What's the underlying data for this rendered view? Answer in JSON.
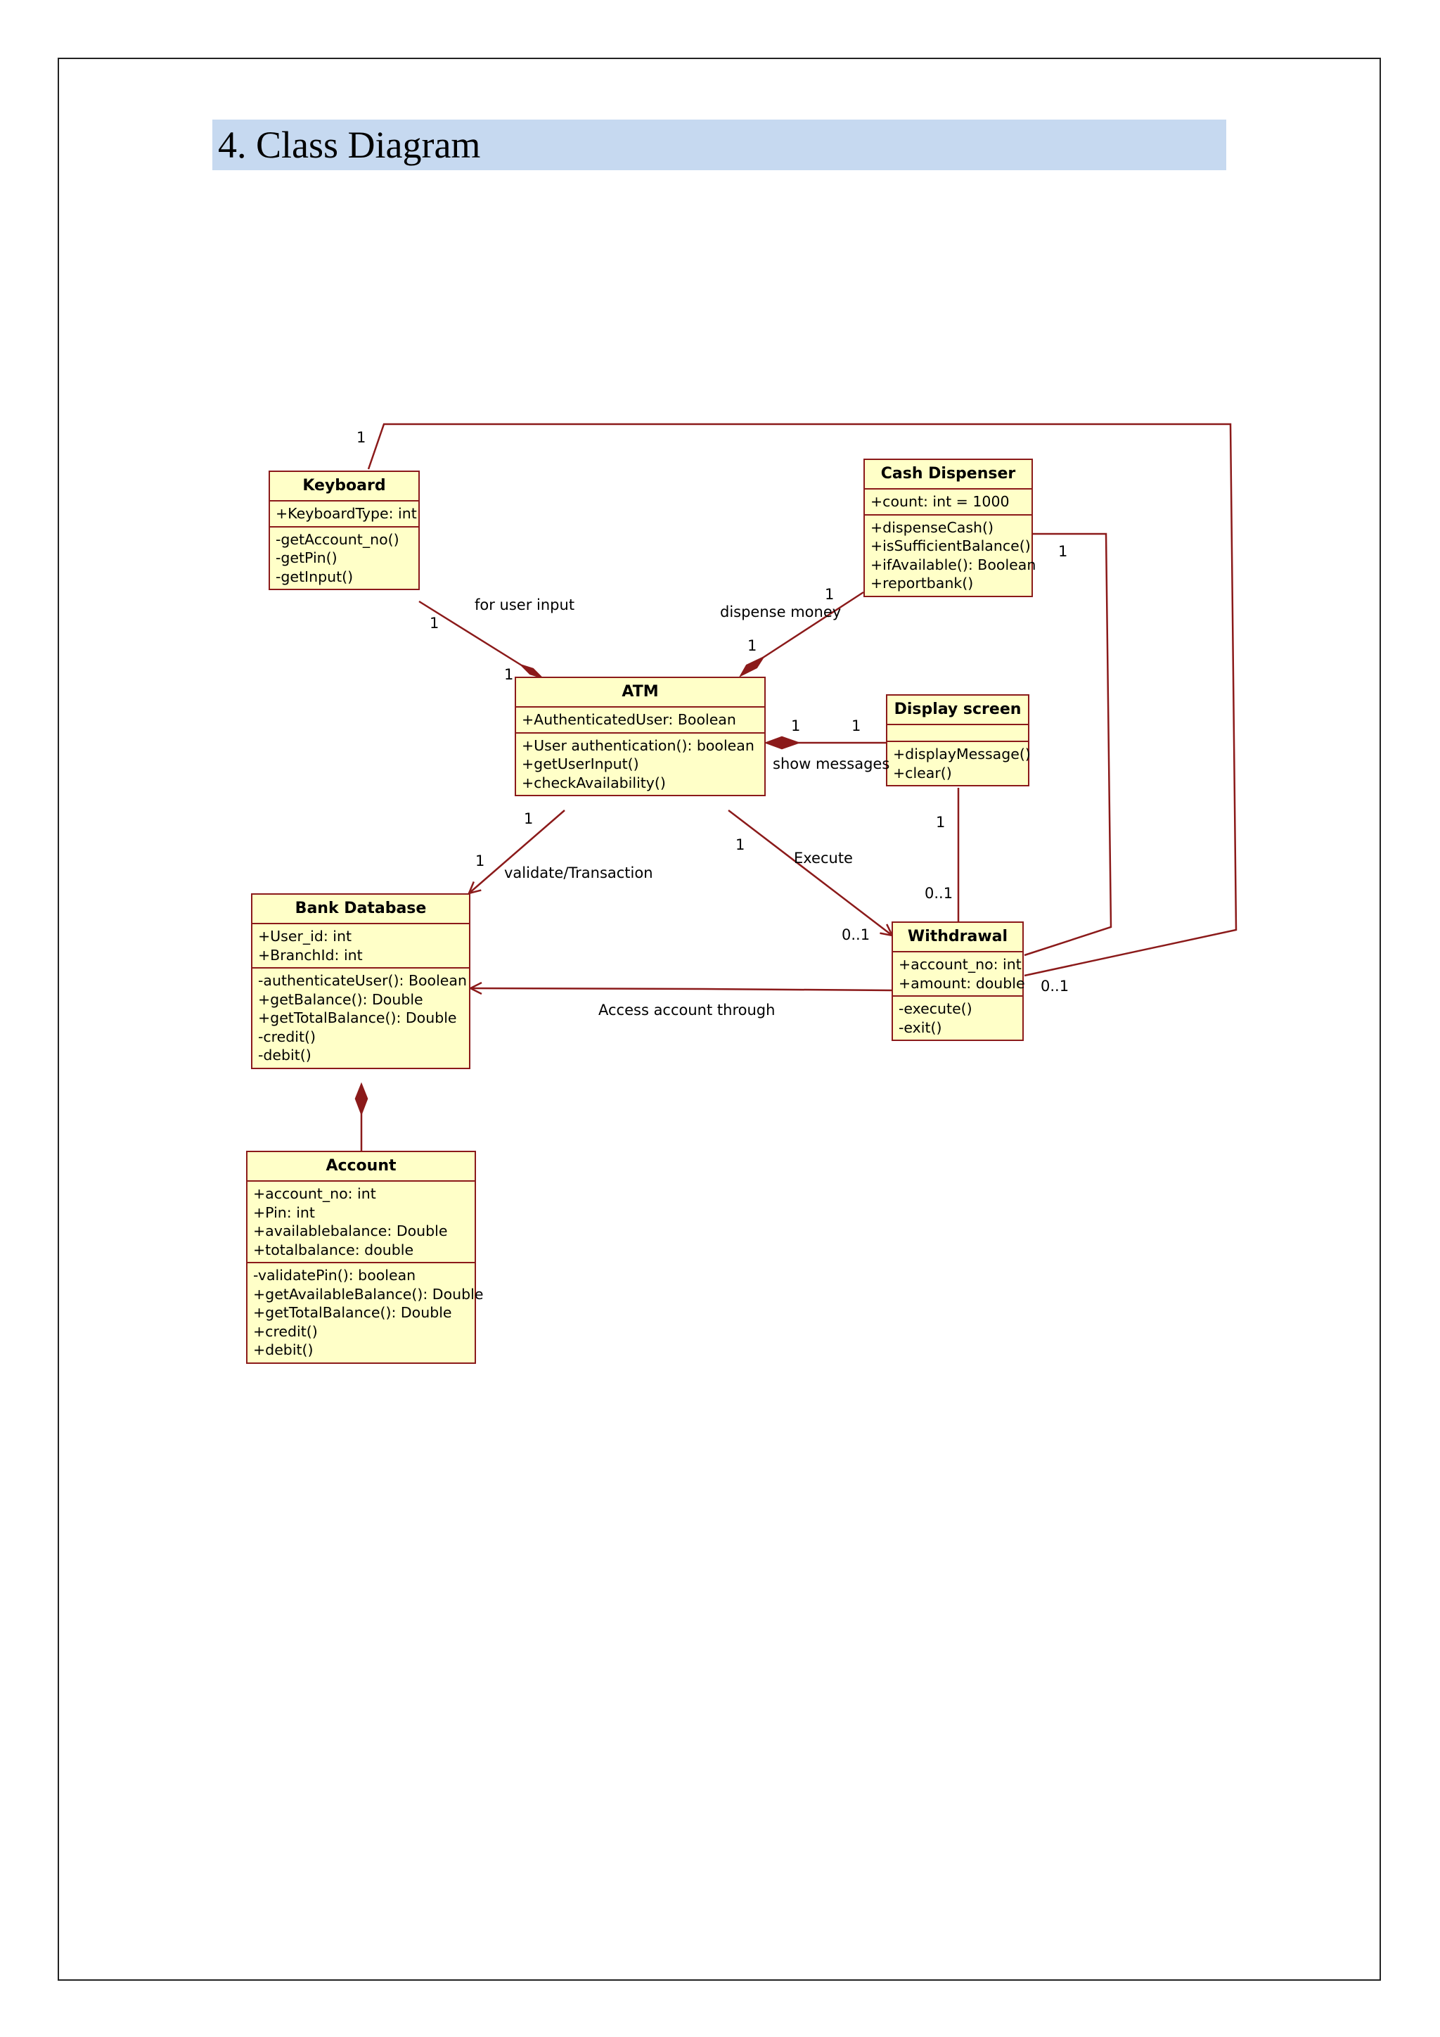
{
  "heading": "4. Class Diagram",
  "classes": {
    "keyboard": {
      "name": "Keyboard",
      "attributes": [
        "+KeyboardType: int"
      ],
      "methods": [
        "-getAccount_no()",
        "-getPin()",
        "-getInput()"
      ]
    },
    "cash_dispenser": {
      "name": "Cash Dispenser",
      "attributes": [
        "+count: int = 1000"
      ],
      "methods": [
        "+dispenseCash()",
        "+isSufficientBalance()",
        "+ifAvailable(): Boolean",
        "+reportbank()"
      ]
    },
    "atm": {
      "name": "ATM",
      "attributes": [
        "+AuthenticatedUser: Boolean"
      ],
      "methods": [
        "+User authentication(): boolean",
        "+getUserInput()",
        "+checkAvailability()"
      ]
    },
    "display_screen": {
      "name": "Display screen",
      "attributes": [],
      "methods": [
        "+displayMessage()",
        "+clear()"
      ]
    },
    "bank_database": {
      "name": "Bank Database",
      "attributes": [
        "+User_id: int",
        "+BranchId: int"
      ],
      "methods": [
        "-authenticateUser(): Boolean",
        "+getBalance(): Double",
        "+getTotalBalance(): Double",
        "-credit()",
        "-debit()"
      ]
    },
    "withdrawal": {
      "name": "Withdrawal",
      "attributes": [
        "+account_no: int",
        "+amount: double"
      ],
      "methods": [
        "-execute()",
        "-exit()"
      ]
    },
    "account": {
      "name": "Account",
      "attributes": [
        "+account_no: int",
        "+Pin: int",
        "+availablebalance: Double",
        "+totalbalance: double"
      ],
      "methods": [
        "-validatePin(): boolean",
        "+getAvailableBalance(): Double",
        "+getTotalBalance(): Double",
        "+credit()",
        "+debit()"
      ]
    }
  },
  "associations": {
    "keyboard_atm": {
      "label": "for user input",
      "mult_source": "1",
      "mult_target": "1"
    },
    "dispenser_atm": {
      "label": "dispense money",
      "mult_source": "1",
      "mult_target": "1"
    },
    "display_atm": {
      "label": "show messages",
      "mult_source": "1",
      "mult_target": "1"
    },
    "atm_bank": {
      "label": "validate/Transaction",
      "mult_source": "1",
      "mult_target": "1"
    },
    "atm_withdrawal": {
      "label": "Execute",
      "mult_source": "1",
      "mult_target": "0..1"
    },
    "display_withdrawal": {
      "mult_source": "1",
      "mult_target": "0..1"
    },
    "withdrawal_bank": {
      "label": "Access account through"
    },
    "keyboard_withdrawal": {
      "mult_source": "1",
      "mult_target": "0..1"
    },
    "dispenser_withdrawal": {
      "mult_source": "1"
    }
  },
  "colors": {
    "box_fill": "#ffffc8",
    "box_border": "#8b1a1a",
    "line": "#8b1a1a",
    "heading_bg": "#c6d9f0"
  }
}
